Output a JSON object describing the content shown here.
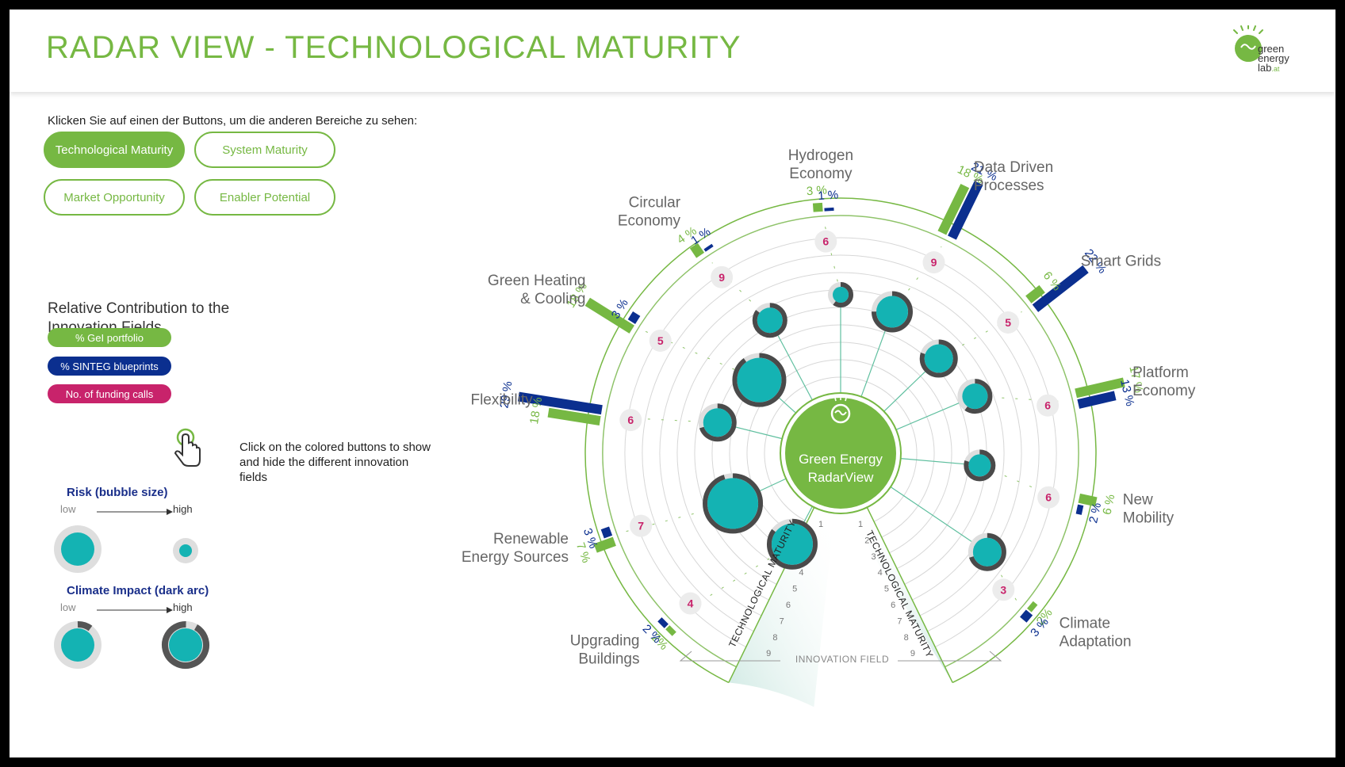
{
  "header": {
    "title": "RADAR VIEW - TECHNOLOGICAL MATURITY",
    "logo": {
      "icon": "leaf-e-logo",
      "line1": "green",
      "line2": "energy",
      "line3": "lab",
      "suffix": ".at"
    }
  },
  "instruction": "Klicken Sie auf einen der Buttons, um die anderen Bereiche zu sehen:",
  "view_buttons": [
    {
      "label": "Technological Maturity",
      "active": true
    },
    {
      "label": "System Maturity",
      "active": false
    },
    {
      "label": "Market Opportunity",
      "active": false
    },
    {
      "label": "Enabler Potential",
      "active": false
    }
  ],
  "contribution": {
    "title_line1": "Relative Contribution to the",
    "title_line2": "Innovation Fields",
    "toggles": [
      {
        "label": "% GeI portfolio",
        "color": "#76b843"
      },
      {
        "label": "% SINTEG blueprints",
        "color": "#0b2f8f"
      },
      {
        "label": "No. of funding calls",
        "color": "#c8236b"
      }
    ]
  },
  "hint": {
    "icon": "hand-pointer-icon",
    "text": "Click on the colored buttons to show and hide the different innovation fields"
  },
  "risk_legend": {
    "title": "Risk (bubble size)",
    "low": "low",
    "high": "high"
  },
  "climate_legend": {
    "title": "Climate Impact (dark arc)",
    "low": "low",
    "high": "high"
  },
  "colors": {
    "green": "#76b843",
    "blue": "#0b2f8f",
    "magenta": "#c8236b",
    "teal": "#14b3b3",
    "dark": "#444444"
  },
  "radar": {
    "center_label_line1": "Green Energy",
    "center_label_line2": "RadarView",
    "axis_label": "TECHNOLOGICAL MATURITY",
    "bottom_label": "INNOVATION FIELD",
    "scale": [
      "1",
      "2",
      "3",
      "4",
      "5",
      "6",
      "7",
      "8",
      "9"
    ],
    "fields": [
      {
        "name_lines": [
          "Upgrading",
          "Buildings"
        ],
        "gel": "2%",
        "sinteg": "2 %",
        "gel_value": 2,
        "sinteg_value": 2,
        "funding": "4"
      },
      {
        "name_lines": [
          "Renewable",
          "Energy Sources"
        ],
        "gel": "7 %",
        "sinteg": "3 %",
        "gel_value": 7,
        "sinteg_value": 3,
        "funding": "7"
      },
      {
        "name_lines": [
          "Flexibility"
        ],
        "gel": "18 %",
        "sinteg": "29 %",
        "gel_value": 18,
        "sinteg_value": 29,
        "funding": "6"
      },
      {
        "name_lines": [
          "Green Heating",
          "& Cooling"
        ],
        "gel": "18 %",
        "sinteg": "3 %",
        "gel_value": 18,
        "sinteg_value": 3,
        "funding": "5"
      },
      {
        "name_lines": [
          "Circular",
          "Economy"
        ],
        "gel": "4 %",
        "sinteg": "1 %",
        "gel_value": 4,
        "sinteg_value": 1,
        "funding": "9"
      },
      {
        "name_lines": [
          "Hydrogen",
          "Economy"
        ],
        "gel": "3 %",
        "sinteg": "1 %",
        "gel_value": 3,
        "sinteg_value": 1,
        "funding": "6"
      },
      {
        "name_lines": [
          "Data Driven",
          "Processes"
        ],
        "gel": "18 %",
        "sinteg": "21 %",
        "gel_value": 18,
        "sinteg_value": 21,
        "funding": "9"
      },
      {
        "name_lines": [
          "Smart Grids"
        ],
        "gel": "6 %",
        "sinteg": "22 %",
        "gel_value": 6,
        "sinteg_value": 22,
        "funding": "5"
      },
      {
        "name_lines": [
          "Platform",
          "Economy"
        ],
        "gel": "17 %",
        "sinteg": "13 %",
        "gel_value": 17,
        "sinteg_value": 13,
        "funding": "6"
      },
      {
        "name_lines": [
          "New",
          "Mobility"
        ],
        "gel": "6 %",
        "sinteg": "2 %",
        "gel_value": 6,
        "sinteg_value": 2,
        "funding": "6"
      },
      {
        "name_lines": [
          "Climate",
          "Adaptation"
        ],
        "gel": "2%",
        "sinteg": "3 %",
        "gel_value": 2,
        "sinteg_value": 3,
        "funding": "3"
      }
    ]
  }
}
